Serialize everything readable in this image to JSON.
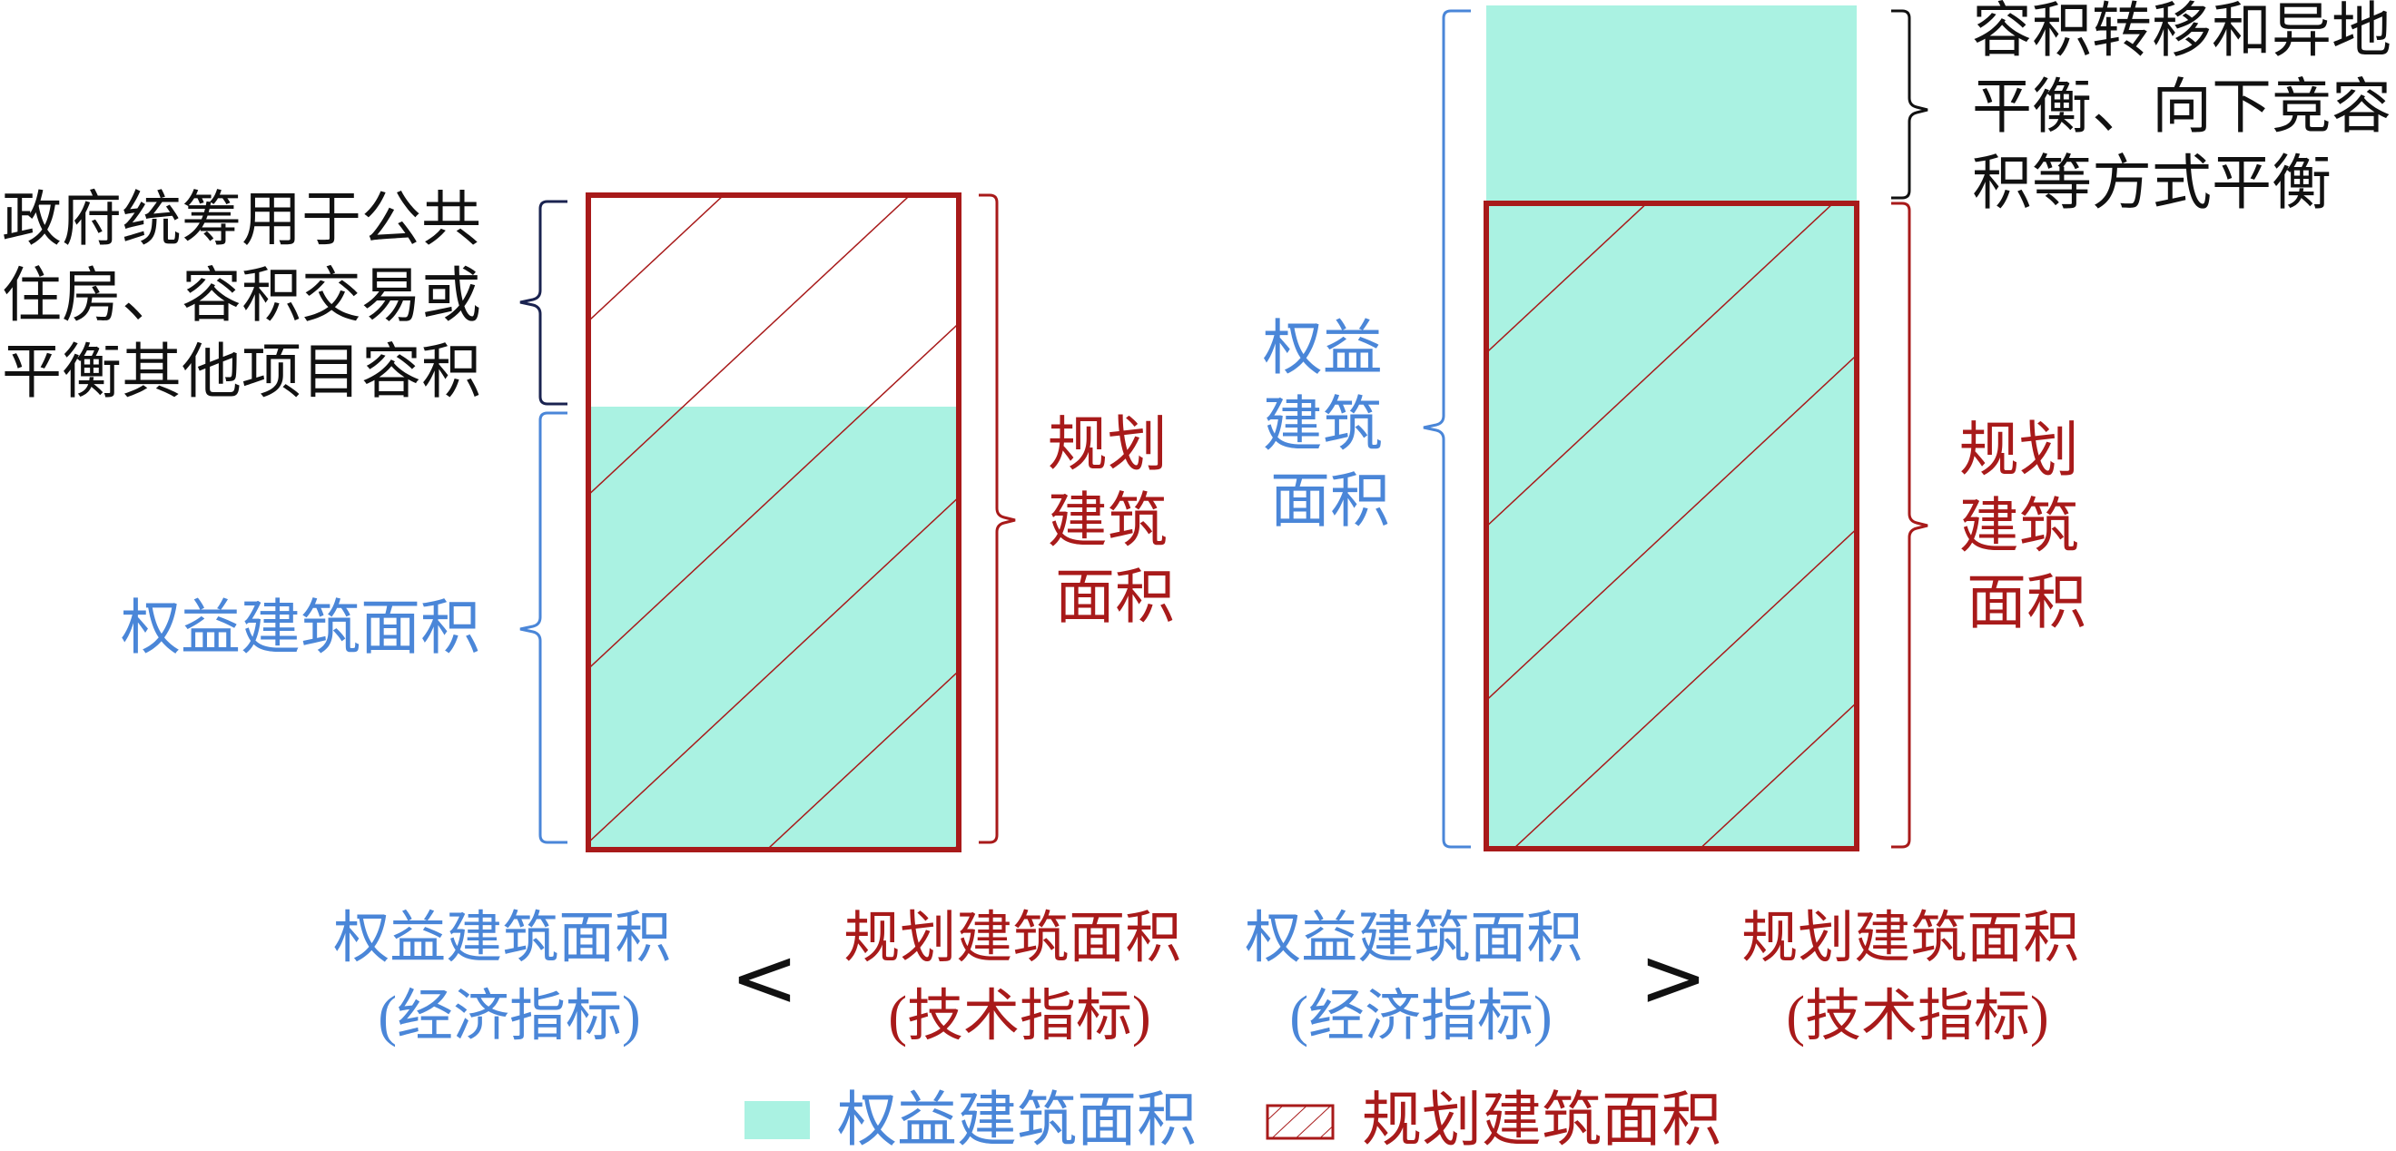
{
  "colors": {
    "rights": "#4a86d8",
    "planned": "#a81a1a",
    "fill": "#aaf2e2",
    "text": "#111111"
  },
  "left": {
    "note": [
      "政府统筹用于公共",
      "住房、容积交易或",
      "平衡其他项目容积"
    ],
    "rights_label": "权益建筑面积",
    "planned_label": [
      "规划",
      "建筑",
      "面积"
    ],
    "rights_fraction": 0.67
  },
  "right": {
    "note": [
      "容积转移和异地",
      "平衡、向下竞容",
      "积等方式平衡"
    ],
    "rights_label": [
      "权益",
      "建筑",
      "面积"
    ],
    "planned_label": [
      "规划",
      "建筑",
      "面积"
    ],
    "rights_to_planned_ratio": 1.31
  },
  "compare": {
    "left_rights": [
      "权益建筑面积",
      "(经济指标)"
    ],
    "left_symbol": "<",
    "left_planned": [
      "规划建筑面积",
      "(技术指标)"
    ],
    "right_rights": [
      "权益建筑面积",
      "(经济指标)"
    ],
    "right_symbol": ">",
    "right_planned": [
      "规划建筑面积",
      "(技术指标)"
    ]
  },
  "legend": {
    "rights": "权益建筑面积",
    "planned": "规划建筑面积"
  }
}
